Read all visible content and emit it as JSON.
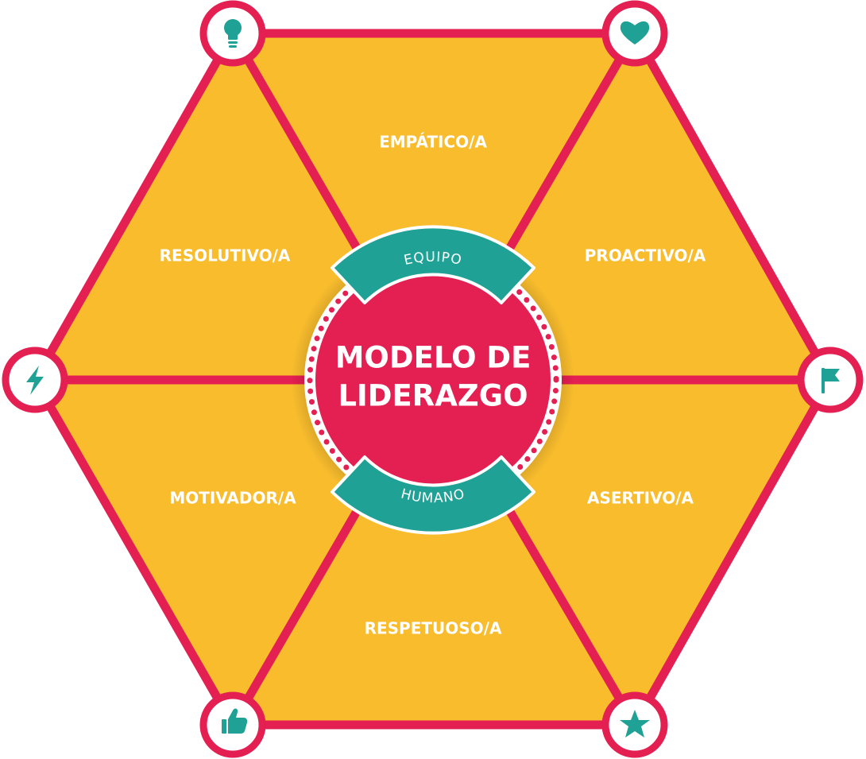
{
  "center": {
    "title_line1": "MODELO DE",
    "title_line2": "LIDERAZGO",
    "arc_top": "EQUIPO",
    "arc_bottom": "HUMANO"
  },
  "segments": [
    {
      "label": "EMPÁTICO/A"
    },
    {
      "label": "PROACTIVO/A"
    },
    {
      "label": "ASERTIVO/A"
    },
    {
      "label": "RESPETUOSO/A"
    },
    {
      "label": "MOTIVADOR/A"
    },
    {
      "label": "RESOLUTIVO/A"
    }
  ],
  "vertex_icons": [
    {
      "icon": "lightbulb-icon"
    },
    {
      "icon": "heart-icon"
    },
    {
      "icon": "flag-icon"
    },
    {
      "icon": "star-icon"
    },
    {
      "icon": "thumbs-up-icon"
    },
    {
      "icon": "lightning-icon"
    }
  ],
  "colors": {
    "fill": "#F8BC2D",
    "border": "#E41F52",
    "teal": "#1FA195",
    "white": "#FFFFFF"
  }
}
